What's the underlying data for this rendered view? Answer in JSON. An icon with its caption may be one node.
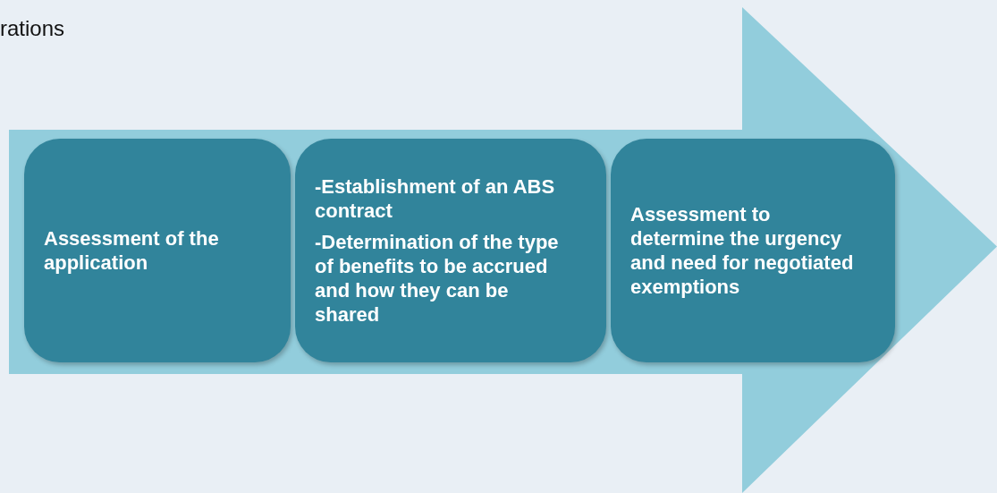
{
  "diagram": {
    "nodes": [
      {
        "text": [],
        "shape": "arrow"
      },
      {
        "text": [
          "Assessment of the application"
        ],
        "in": 0
      },
      {
        "text": [
          "-Establishment of an ABS contract",
          "-Determination of the type of benefits to be accrued and how they can be shared"
        ],
        "in": 0
      },
      {
        "text": [
          "Assessment to determine the urgency and need for negotiated exemptions"
        ],
        "in": 0
      }
    ],
    "labels": [
      "rations"
    ]
  }
}
